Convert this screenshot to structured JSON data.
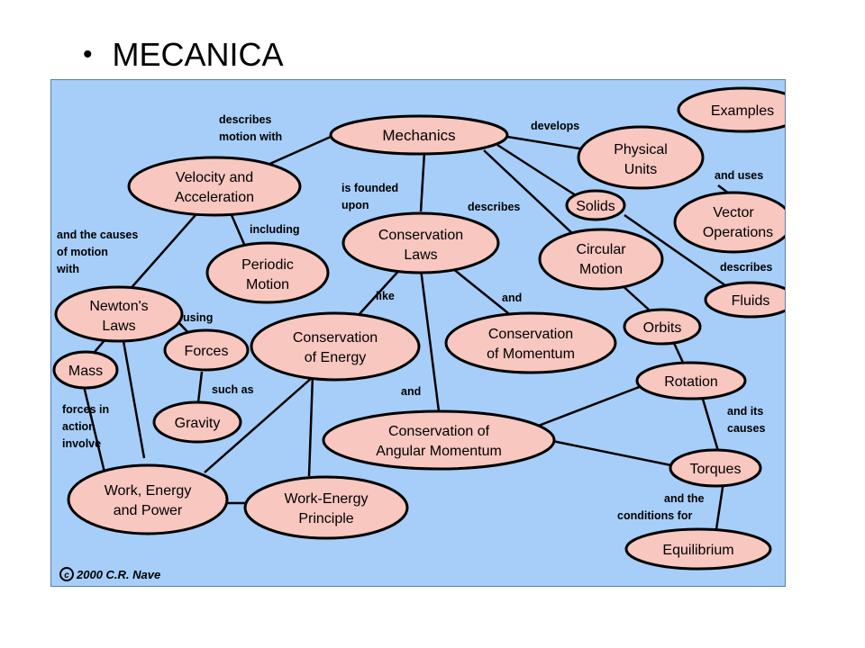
{
  "slide": {
    "bullet": "•",
    "title": "MECANICA"
  },
  "nodes": {
    "examples": [
      "Examples"
    ],
    "mechanics": [
      "Mechanics"
    ],
    "physical_units": [
      "Physical",
      "Units"
    ],
    "velocity": [
      "Velocity and",
      "Acceleration"
    ],
    "solids": [
      "Solids"
    ],
    "vector_ops": [
      "Vector",
      "Operations"
    ],
    "conservation_laws": [
      "Conservation",
      "Laws"
    ],
    "circular_motion": [
      "Circular",
      "Motion"
    ],
    "periodic_motion": [
      "Periodic",
      "Motion"
    ],
    "fluids": [
      "Fluids"
    ],
    "newtons_laws": [
      "Newton's",
      "Laws"
    ],
    "orbits": [
      "Orbits"
    ],
    "forces": [
      "Forces"
    ],
    "conservation_energy": [
      "Conservation",
      "of Energy"
    ],
    "conservation_momentum": [
      "Conservation",
      "of Momentum"
    ],
    "mass": [
      "Mass"
    ],
    "rotation": [
      "Rotation"
    ],
    "gravity": [
      "Gravity"
    ],
    "conservation_angular": [
      "Conservation of",
      "Angular Momentum"
    ],
    "torques": [
      "Torques"
    ],
    "work_energy_power": [
      "Work, Energy",
      "and Power"
    ],
    "work_energy_principle": [
      "Work-Energy",
      "Principle"
    ],
    "equilibrium": [
      "Equilibrium"
    ]
  },
  "labels": {
    "describes_motion_with": [
      "describes",
      "motion with"
    ],
    "develops": [
      "develops"
    ],
    "and_uses": [
      "and uses"
    ],
    "is_founded_upon": [
      "is founded",
      "upon"
    ],
    "describes_1": [
      "describes"
    ],
    "including": [
      "including"
    ],
    "and_the_causes": [
      "and the causes",
      "of motion",
      "with"
    ],
    "describes_2": [
      "describes"
    ],
    "like": [
      "like"
    ],
    "and_1": [
      "and"
    ],
    "using": [
      "using"
    ],
    "such_as": [
      "such as"
    ],
    "and_2": [
      "and"
    ],
    "forces_in_action": [
      "forces in",
      "action",
      "involve"
    ],
    "and_its_causes": [
      "and its",
      "causes"
    ],
    "and_the_conditions": [
      "and the",
      "conditions for"
    ]
  },
  "copyright": {
    "symbol": "c",
    "text": "2000 C.R. Nave"
  },
  "colors": {
    "background": "#a6cef9",
    "node_fill": "#f7c7c0",
    "stroke": "#000000"
  }
}
